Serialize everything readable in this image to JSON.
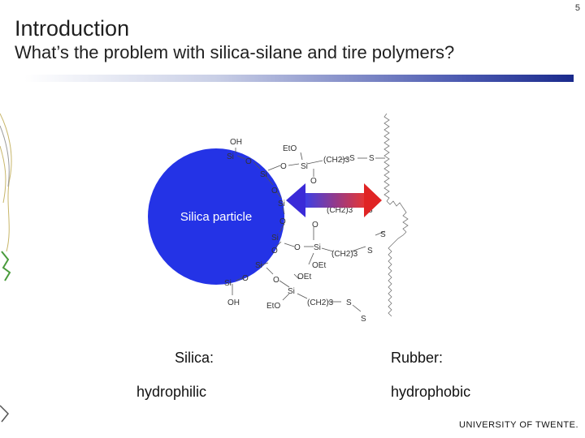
{
  "slide_number": "5",
  "title": "Introduction",
  "subtitle": "What’s the problem with silica-silane and tire polymers?",
  "diagram": {
    "particle_label": "Silica particle",
    "atoms": {
      "oh": "OH",
      "si": "Si",
      "o": "O",
      "eto": "EtO",
      "oet": "OEt",
      "s": "S",
      "ch2_3": "(CH2)3"
    },
    "colors": {
      "particle": "#2433e6",
      "arrow_left": "#2a2ae0",
      "arrow_right": "#e02020",
      "chain": "#777777"
    }
  },
  "silica": {
    "label": "Silica:",
    "property": "hydrophilic"
  },
  "rubber": {
    "label": "Rubber:",
    "property": "hydrophobic"
  },
  "logo": "UNIVERSITY OF TWENTE."
}
